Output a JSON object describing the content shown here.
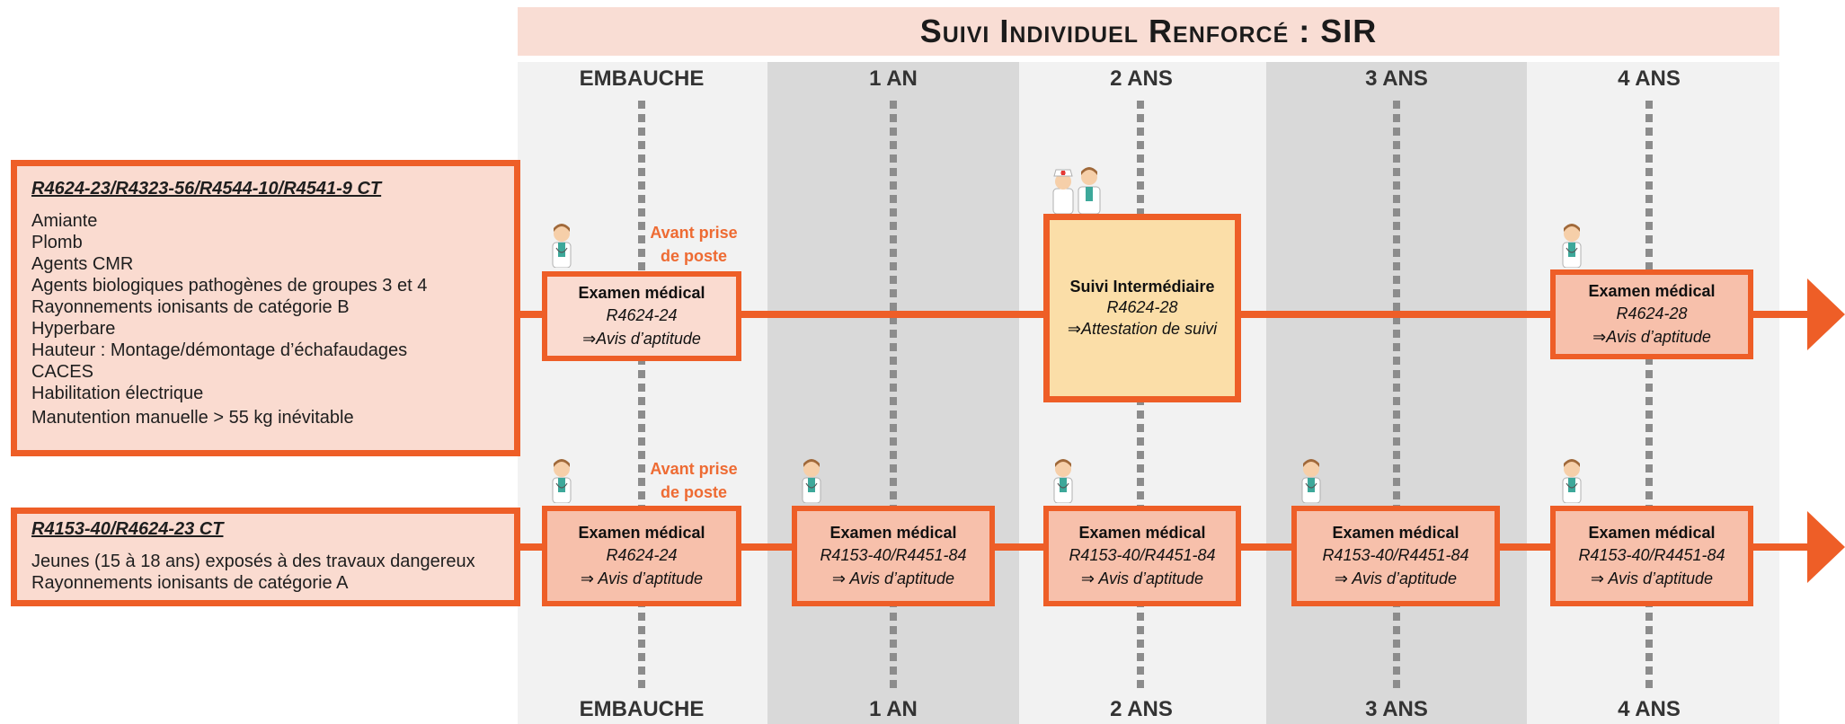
{
  "title": "Suivi Individuel Renforcé : SIR",
  "columns": [
    {
      "label": "EMBAUCHE"
    },
    {
      "label": "1 AN"
    },
    {
      "label": "2 ANS"
    },
    {
      "label": "3 ANS"
    },
    {
      "label": "4 ANS"
    }
  ],
  "row1": {
    "left": {
      "heading": "R4624-23/R4323-56/R4544-10/R4541-9 CT",
      "items": [
        "Amiante",
        "Plomb",
        "Agents CMR",
        "Agents biologiques pathogènes de groupes 3 et 4",
        "Rayonnements ionisants de catégorie B",
        "Hyperbare",
        "Hauteur : Montage/démontage d’échafaudages",
        "CACES",
        "Habilitation électrique",
        "Manutention manuelle > 55 kg inévitable"
      ]
    },
    "avant": "Avant prise de poste",
    "embauche": {
      "title": "Examen médical",
      "ref": "R4624-24",
      "out": "⇒Avis d’aptitude"
    },
    "intermediaire": {
      "title": "Suivi Intermédiaire",
      "ref": "R4624-28",
      "out": "⇒Attestation de suivi"
    },
    "an4": {
      "title": "Examen médical",
      "ref": "R4624-28",
      "out": "⇒Avis d’aptitude"
    }
  },
  "row2": {
    "left": {
      "heading": "R4153-40/R4624-23 CT",
      "items": [
        "Jeunes (15 à 18 ans) exposés à des travaux dangereux",
        "Rayonnements ionisants de catégorie A"
      ]
    },
    "avant": "Avant prise de poste",
    "boxes": [
      {
        "title": "Examen médical",
        "ref": "R4624-24",
        "out": "⇒ Avis d’aptitude"
      },
      {
        "title": "Examen médical",
        "ref": "R4153-40/R4451-84",
        "out": "⇒ Avis d’aptitude"
      },
      {
        "title": "Examen médical",
        "ref": "R4153-40/R4451-84",
        "out": "⇒ Avis d’aptitude"
      },
      {
        "title": "Examen médical",
        "ref": "R4153-40/R4451-84",
        "out": "⇒ Avis d’aptitude"
      },
      {
        "title": "Examen médical",
        "ref": "R4153-40/R4451-84",
        "out": "⇒ Avis d’aptitude"
      }
    ]
  },
  "icons": [
    "doctor-icon",
    "nurse-doctor-icon"
  ],
  "colors": {
    "accent": "#ee5e27",
    "box_fill": "#fadbd0",
    "box_med_fill": "#f7c0ab",
    "intermediate_fill": "#fbdea8",
    "title_fill": "#f9ddd4"
  }
}
